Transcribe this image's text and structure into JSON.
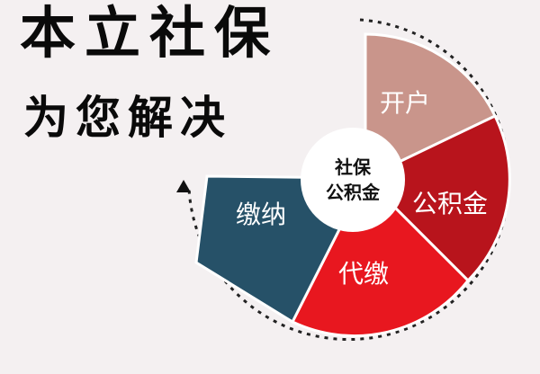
{
  "headline": "本立社保",
  "subline": "为您解决",
  "center": {
    "line1": "社保",
    "line2": "公积金"
  },
  "segments": [
    {
      "label": "开户",
      "color": "#c9958b"
    },
    {
      "label": "公积金",
      "color": "#b8141c"
    },
    {
      "label": "代缴",
      "color": "#e8171f"
    },
    {
      "label": "缴纳",
      "color": "#265168"
    }
  ],
  "colors": {
    "background": "#f4f0f1",
    "text": "#0a0a0a",
    "dotted_arrow": "#222222"
  }
}
